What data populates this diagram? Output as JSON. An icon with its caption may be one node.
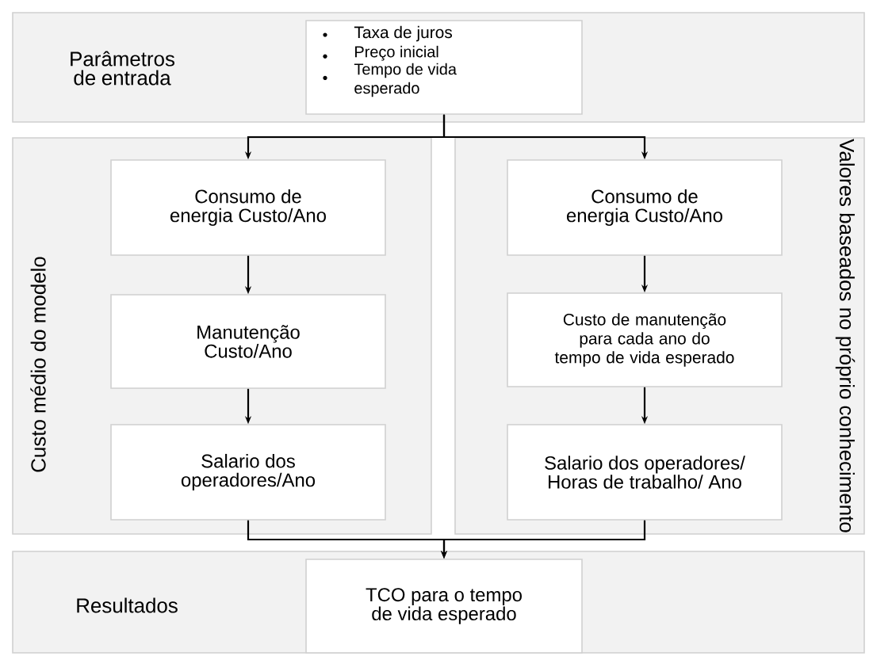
{
  "diagram": {
    "nodes": [
      {
        "text": [
          "Parâmetros de entrada"
        ]
      },
      {
        "text": [
          "Taxa de juros",
          "Preço inicial",
          "Tempo de vida esperado"
        ],
        "in": 0
      },
      {
        "text": [
          "Custo médio do modelo"
        ]
      },
      {
        "text": [
          "Consumo de energia Custo/Ano"
        ],
        "in": 2
      },
      {
        "text": [
          "Manutenção Custo/Ano"
        ],
        "in": 2
      },
      {
        "text": [
          "Salario dos operadores/Ano"
        ],
        "in": 2
      },
      {
        "text": [
          "Valores baseados no próprio conhecimento"
        ]
      },
      {
        "text": [
          "Consumo de energia Custo/Ano"
        ],
        "in": 6
      },
      {
        "text": [
          "Custo de manutenção para cada ano do tempo de vida esperado"
        ],
        "in": 6
      },
      {
        "text": [
          "Salario dos operadores/ Horas de trabalho/ Ano"
        ],
        "in": 6
      },
      {
        "text": [
          "Resultados"
        ]
      },
      {
        "text": [
          "TCO para o tempo de vida esperado"
        ],
        "in": 10
      }
    ],
    "edges": [
      {
        "from": 1,
        "to": 3,
        "arrow": "to"
      },
      {
        "from": 1,
        "to": 7,
        "arrow": "to"
      },
      {
        "from": 3,
        "to": 4,
        "arrow": "to"
      },
      {
        "from": 4,
        "to": 5,
        "arrow": "to"
      },
      {
        "from": 7,
        "to": 8,
        "arrow": "to"
      },
      {
        "from": 8,
        "to": 9,
        "arrow": "to"
      },
      {
        "from": 5,
        "to": 11,
        "arrow": "to"
      },
      {
        "from": 9,
        "to": 11,
        "arrow": "to"
      }
    ]
  }
}
